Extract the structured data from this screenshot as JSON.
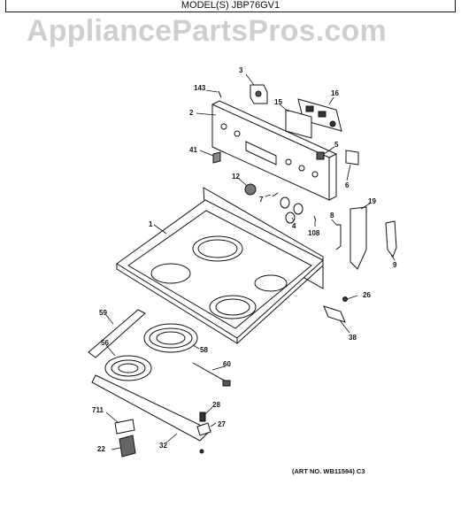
{
  "header": {
    "model_label": "MODEL(S) JBP76GV1"
  },
  "watermark": "AppliancePartsPros.com",
  "art_number": "(ART NO. WB11594) C3",
  "callouts": [
    {
      "id": "3",
      "text": "3"
    },
    {
      "id": "143",
      "text": "143"
    },
    {
      "id": "16",
      "text": "16"
    },
    {
      "id": "2",
      "text": "2"
    },
    {
      "id": "15",
      "text": "15"
    },
    {
      "id": "41",
      "text": "41"
    },
    {
      "id": "5",
      "text": "5"
    },
    {
      "id": "6",
      "text": "6"
    },
    {
      "id": "12",
      "text": "12"
    },
    {
      "id": "7",
      "text": "7"
    },
    {
      "id": "4",
      "text": "4"
    },
    {
      "id": "1",
      "text": "1"
    },
    {
      "id": "8",
      "text": "8"
    },
    {
      "id": "108",
      "text": "108"
    },
    {
      "id": "19",
      "text": "19"
    },
    {
      "id": "9",
      "text": "9"
    },
    {
      "id": "26",
      "text": "26"
    },
    {
      "id": "38",
      "text": "38"
    },
    {
      "id": "59",
      "text": "59"
    },
    {
      "id": "56",
      "text": "56"
    },
    {
      "id": "58",
      "text": "58"
    },
    {
      "id": "60",
      "text": "60"
    },
    {
      "id": "28",
      "text": "28"
    },
    {
      "id": "711",
      "text": "711"
    },
    {
      "id": "27",
      "text": "27"
    },
    {
      "id": "22",
      "text": "22"
    },
    {
      "id": "32",
      "text": "32"
    }
  ]
}
